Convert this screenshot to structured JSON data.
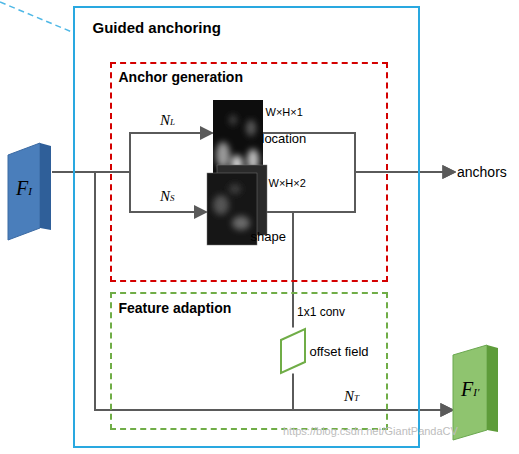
{
  "diagram": {
    "nodes": [
      {
        "text": [
          "FI"
        ]
      },
      {
        "text": [
          "Guided anchoring"
        ]
      },
      {
        "text": [
          "Anchor generation"
        ],
        "in": 1
      },
      {
        "text": [
          "W×H×1",
          "location"
        ],
        "in": 2
      },
      {
        "text": [
          "W×H×2",
          "shape"
        ],
        "in": 2
      },
      {
        "text": [
          "anchors"
        ]
      },
      {
        "text": [
          "Feature adaption"
        ],
        "in": 1
      },
      {
        "text": [
          "offset field"
        ],
        "in": 6
      },
      {
        "text": [
          "FI′"
        ]
      }
    ],
    "edges": [
      {
        "from": 0,
        "to": 3,
        "arrow": "to",
        "label": "NL"
      },
      {
        "from": 0,
        "to": 4,
        "arrow": "to",
        "label": "NS"
      },
      {
        "from": 3,
        "to": 5,
        "arrow": "to"
      },
      {
        "from": 4,
        "to": 5,
        "arrow": "to"
      },
      {
        "from": 4,
        "to": 7,
        "arrow": "none",
        "label": "1x1 conv"
      },
      {
        "from": 0,
        "to": 8,
        "arrow": "to",
        "label": "NT"
      },
      {
        "from": 7,
        "to": 8,
        "arrow": "to"
      }
    ],
    "labels": [
      "https://blog.csdn.net/GiantPandaCV"
    ]
  }
}
